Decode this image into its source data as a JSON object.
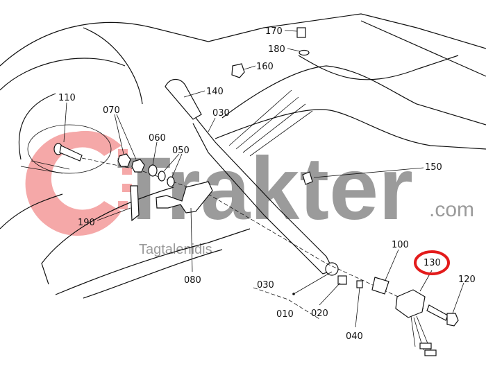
{
  "watermark": {
    "brand": "Trakter",
    "suffix": ".com",
    "sub": "Tagtalenidis",
    "gear_color": "#f28b8b",
    "text_color": "#8a8a8a"
  },
  "highlight": {
    "label": "130",
    "color": "#e31b1b"
  },
  "labels": {
    "p170": "170",
    "p180": "180",
    "p160": "160",
    "p140": "140",
    "p030a": "030",
    "p110": "110",
    "p070": "070",
    "p060": "060",
    "p050": "050",
    "p150": "150",
    "p190": "190",
    "p080": "080",
    "p100": "100",
    "p130": "130",
    "p120": "120",
    "p030b": "030",
    "p010": "010",
    "p020": "020",
    "p040": "040"
  }
}
